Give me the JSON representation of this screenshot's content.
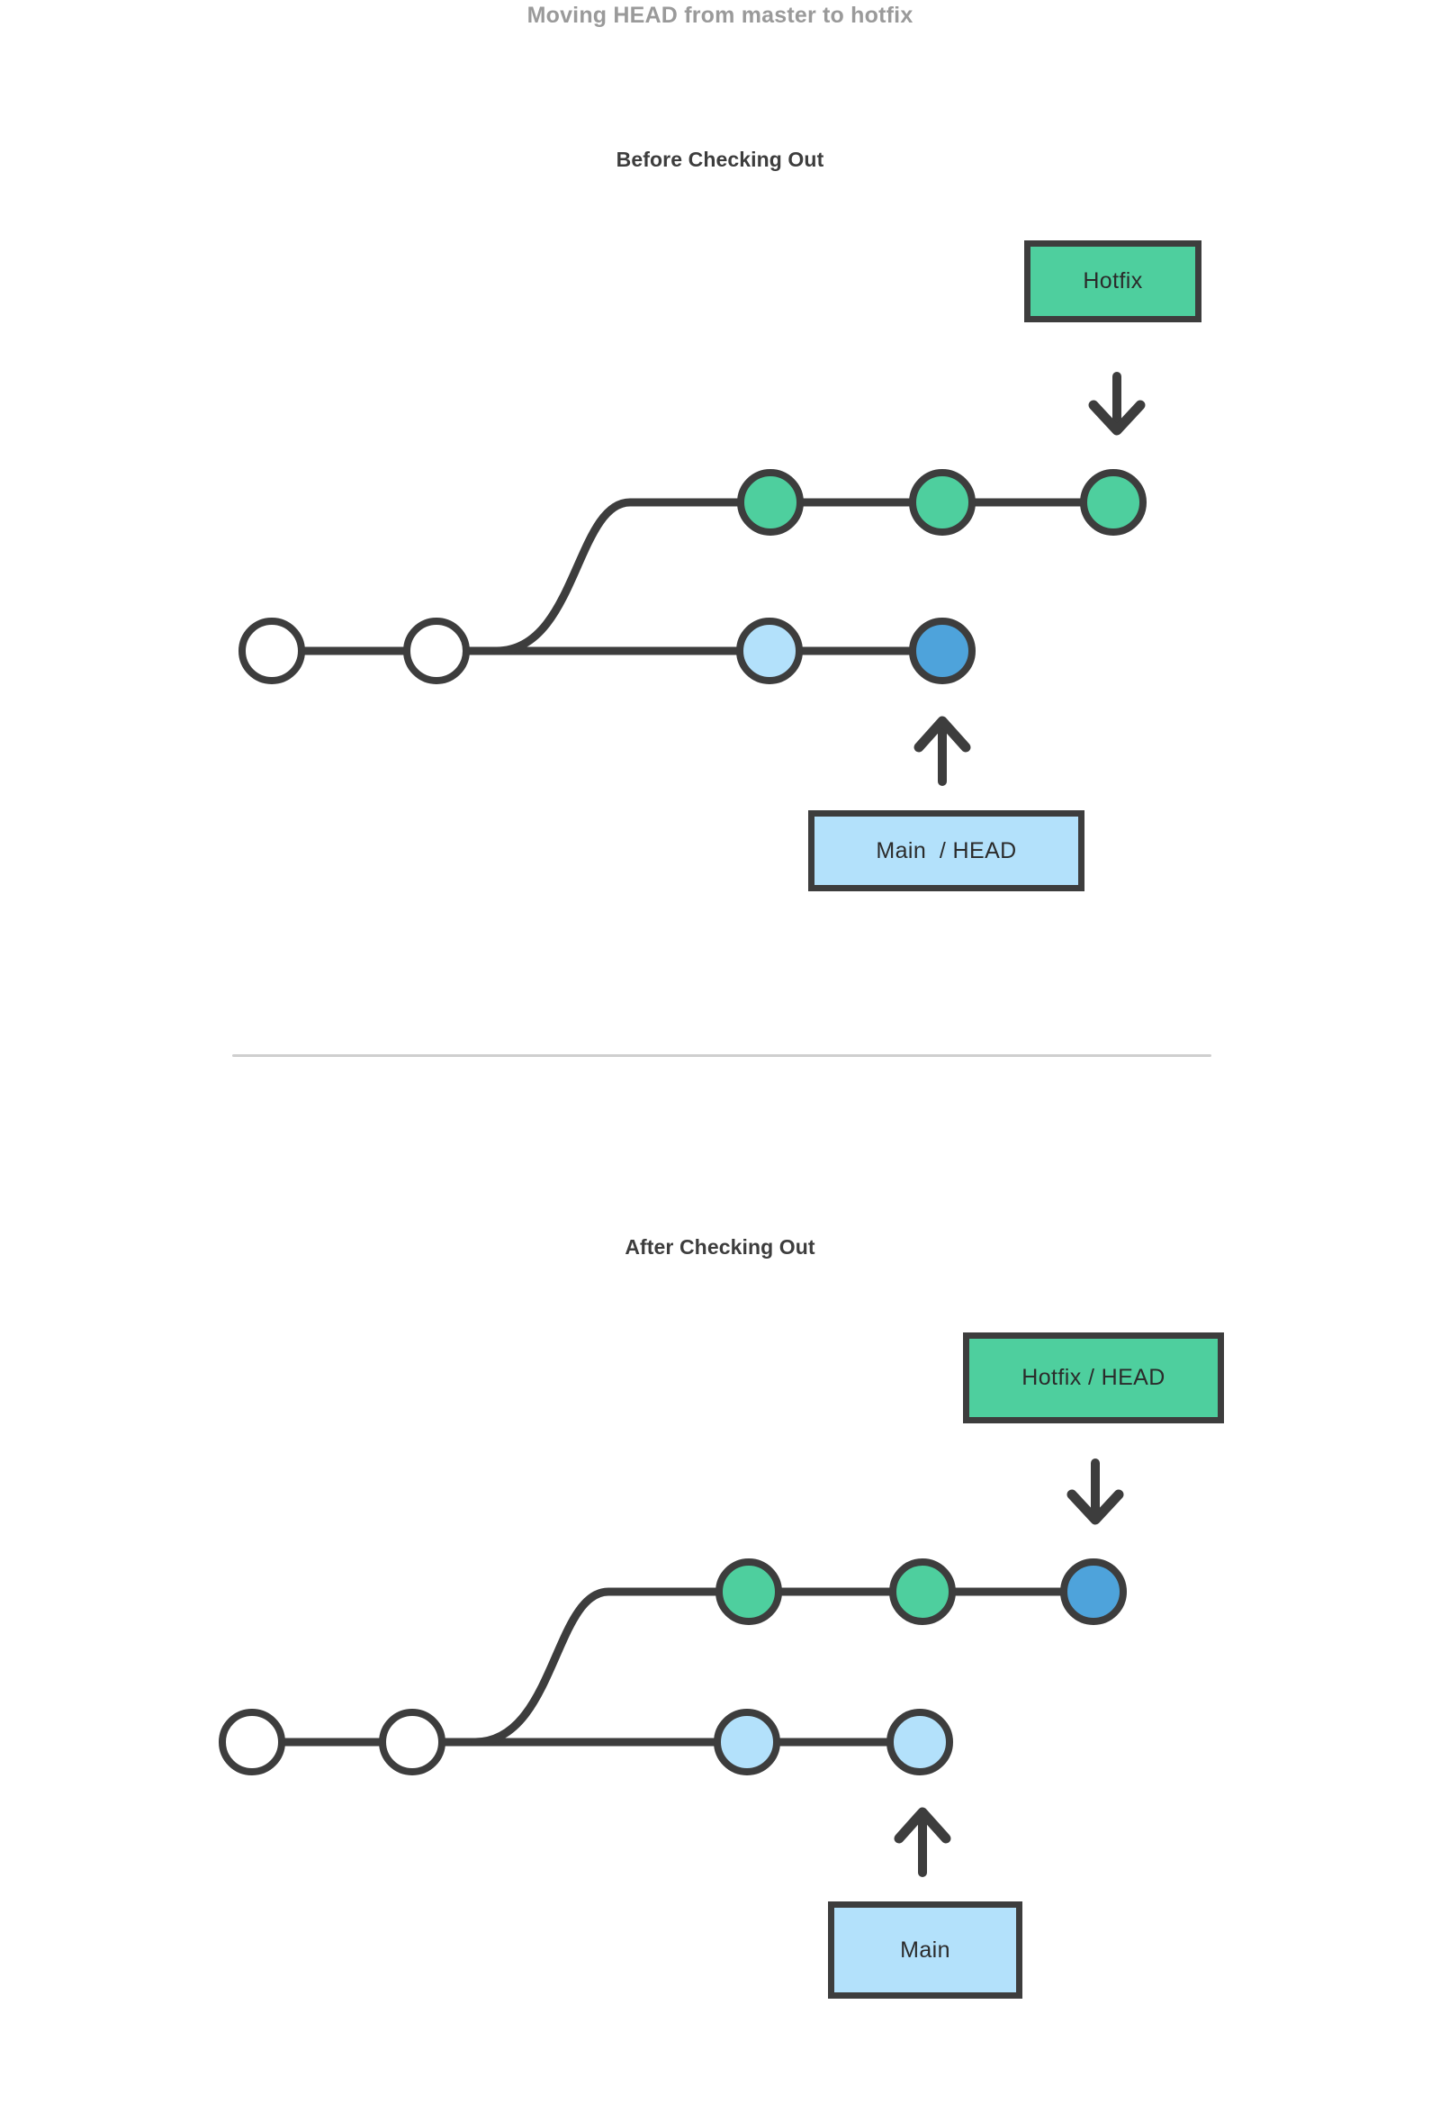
{
  "page": {
    "title": "Moving HEAD from master to hotfix",
    "background": "#ffffff"
  },
  "colors": {
    "stroke": "#3d3d3d",
    "green": "#4ecf9e",
    "light_blue": "#b3e1fb",
    "dark_blue": "#4ea3db",
    "white": "#ffffff",
    "title_gray": "#9a9a9a",
    "heading_dark": "#3d3d3d",
    "divider_gray": "#cfcfcf"
  },
  "sections": [
    {
      "id": "before",
      "heading": "Before Checking Out",
      "boxes": [
        {
          "name": "hotfix-label-box",
          "text": "Hotfix",
          "color": "green"
        },
        {
          "name": "main-head-label-box",
          "text": "Main  / HEAD",
          "color": "light_blue"
        }
      ],
      "arrows": [
        {
          "name": "hotfix-pointer-arrow",
          "direction": "down",
          "points_to": "hotfix-branch-tip-commit"
        },
        {
          "name": "main-head-pointer-arrow",
          "direction": "up",
          "points_to": "main-branch-tip-commit"
        }
      ],
      "branches": [
        {
          "name": "hotfix-branch",
          "row": "top",
          "commits": [
            {
              "name": "hotfix-commit-1",
              "color": "green"
            },
            {
              "name": "hotfix-commit-2",
              "color": "green"
            },
            {
              "name": "hotfix-branch-tip-commit",
              "color": "green"
            }
          ]
        },
        {
          "name": "main-branch",
          "row": "bottom",
          "commits": [
            {
              "name": "base-commit-1",
              "color": "white"
            },
            {
              "name": "base-commit-2",
              "color": "white"
            },
            {
              "name": "main-commit-3",
              "color": "light_blue"
            },
            {
              "name": "main-branch-tip-commit",
              "color": "dark_blue"
            }
          ]
        }
      ]
    },
    {
      "id": "after",
      "heading": "After Checking Out",
      "boxes": [
        {
          "name": "hotfix-head-label-box",
          "text": "Hotfix / HEAD",
          "color": "green"
        },
        {
          "name": "main-label-box",
          "text": "Main",
          "color": "light_blue"
        }
      ],
      "arrows": [
        {
          "name": "hotfix-head-pointer-arrow",
          "direction": "down",
          "points_to": "hotfix-branch-tip-commit-after"
        },
        {
          "name": "main-pointer-arrow",
          "direction": "up",
          "points_to": "main-branch-tip-commit-after"
        }
      ],
      "branches": [
        {
          "name": "hotfix-branch",
          "row": "top",
          "commits": [
            {
              "name": "hotfix-commit-1-after",
              "color": "green"
            },
            {
              "name": "hotfix-commit-2-after",
              "color": "green"
            },
            {
              "name": "hotfix-branch-tip-commit-after",
              "color": "dark_blue"
            }
          ]
        },
        {
          "name": "main-branch",
          "row": "bottom",
          "commits": [
            {
              "name": "base-commit-1-after",
              "color": "white"
            },
            {
              "name": "base-commit-2-after",
              "color": "white"
            },
            {
              "name": "main-commit-3-after",
              "color": "light_blue"
            },
            {
              "name": "main-branch-tip-commit-after",
              "color": "light_blue"
            }
          ]
        }
      ]
    }
  ]
}
